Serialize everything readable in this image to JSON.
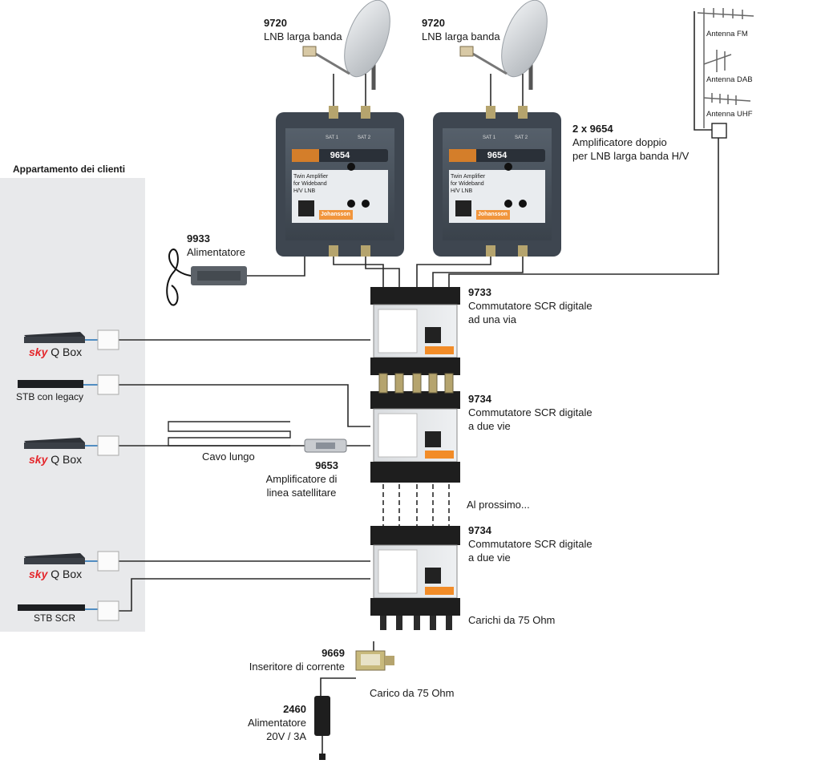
{
  "apartment_title": "Appartamento dei clienti",
  "lnb_left": {
    "code": "9720",
    "name": "LNB larga banda"
  },
  "lnb_right": {
    "code": "9720",
    "name": "LNB larga banda"
  },
  "amplifier": {
    "code": "2 x 9654",
    "line1": "Amplificatore doppio",
    "line2": "per LNB larga banda H/V",
    "badge": "9654",
    "sat1": "SAT 1",
    "sat2": "SAT 2",
    "panel_line1": "Twin Amplifier",
    "panel_line2": "for Wideband",
    "panel_line3": "H/V LNB",
    "brand": "Johansson"
  },
  "antennas": {
    "fm": "Antenna FM",
    "dab": "Antenna DAB",
    "uhf": "Antenna UHF"
  },
  "psu_9933": {
    "code": "9933",
    "name": "Alimentatore"
  },
  "switch_9733": {
    "code": "9733",
    "line1": "Commutatore SCR digitale",
    "line2": "ad una via"
  },
  "switch_9734a": {
    "code": "9734",
    "line1": "Commutatore SCR digitale",
    "line2": "a due vie"
  },
  "switch_9734b": {
    "code": "9734",
    "line1": "Commutatore SCR digitale",
    "line2": "a due vie"
  },
  "next_label": "Al prossimo...",
  "loads_label": "Carichi da 75 Ohm",
  "amp_9653": {
    "code": "9653",
    "line1": "Amplificatore di",
    "line2": "linea satellitare"
  },
  "long_cable": "Cavo lungo",
  "injector": {
    "code": "9669",
    "name": "Inseritore di corrente"
  },
  "load_single": "Carico da 75 Ohm",
  "psu_2460": {
    "code": "2460",
    "name": "Alimentatore",
    "rating": "20V / 3A"
  },
  "devices": [
    {
      "brand": "sky",
      "name": "Q Box"
    },
    {
      "name": "STB con legacy"
    },
    {
      "brand": "sky",
      "name": "Q Box"
    },
    {
      "brand": "sky",
      "name": "Q Box"
    },
    {
      "name": "STB SCR"
    }
  ],
  "colors": {
    "accent_orange": "#f28c28",
    "apartment_bg": "#e8e9eb",
    "device_dark": "#3a3f46",
    "sky_blue": "#1f6fb5",
    "sky_red": "#e4262b"
  }
}
